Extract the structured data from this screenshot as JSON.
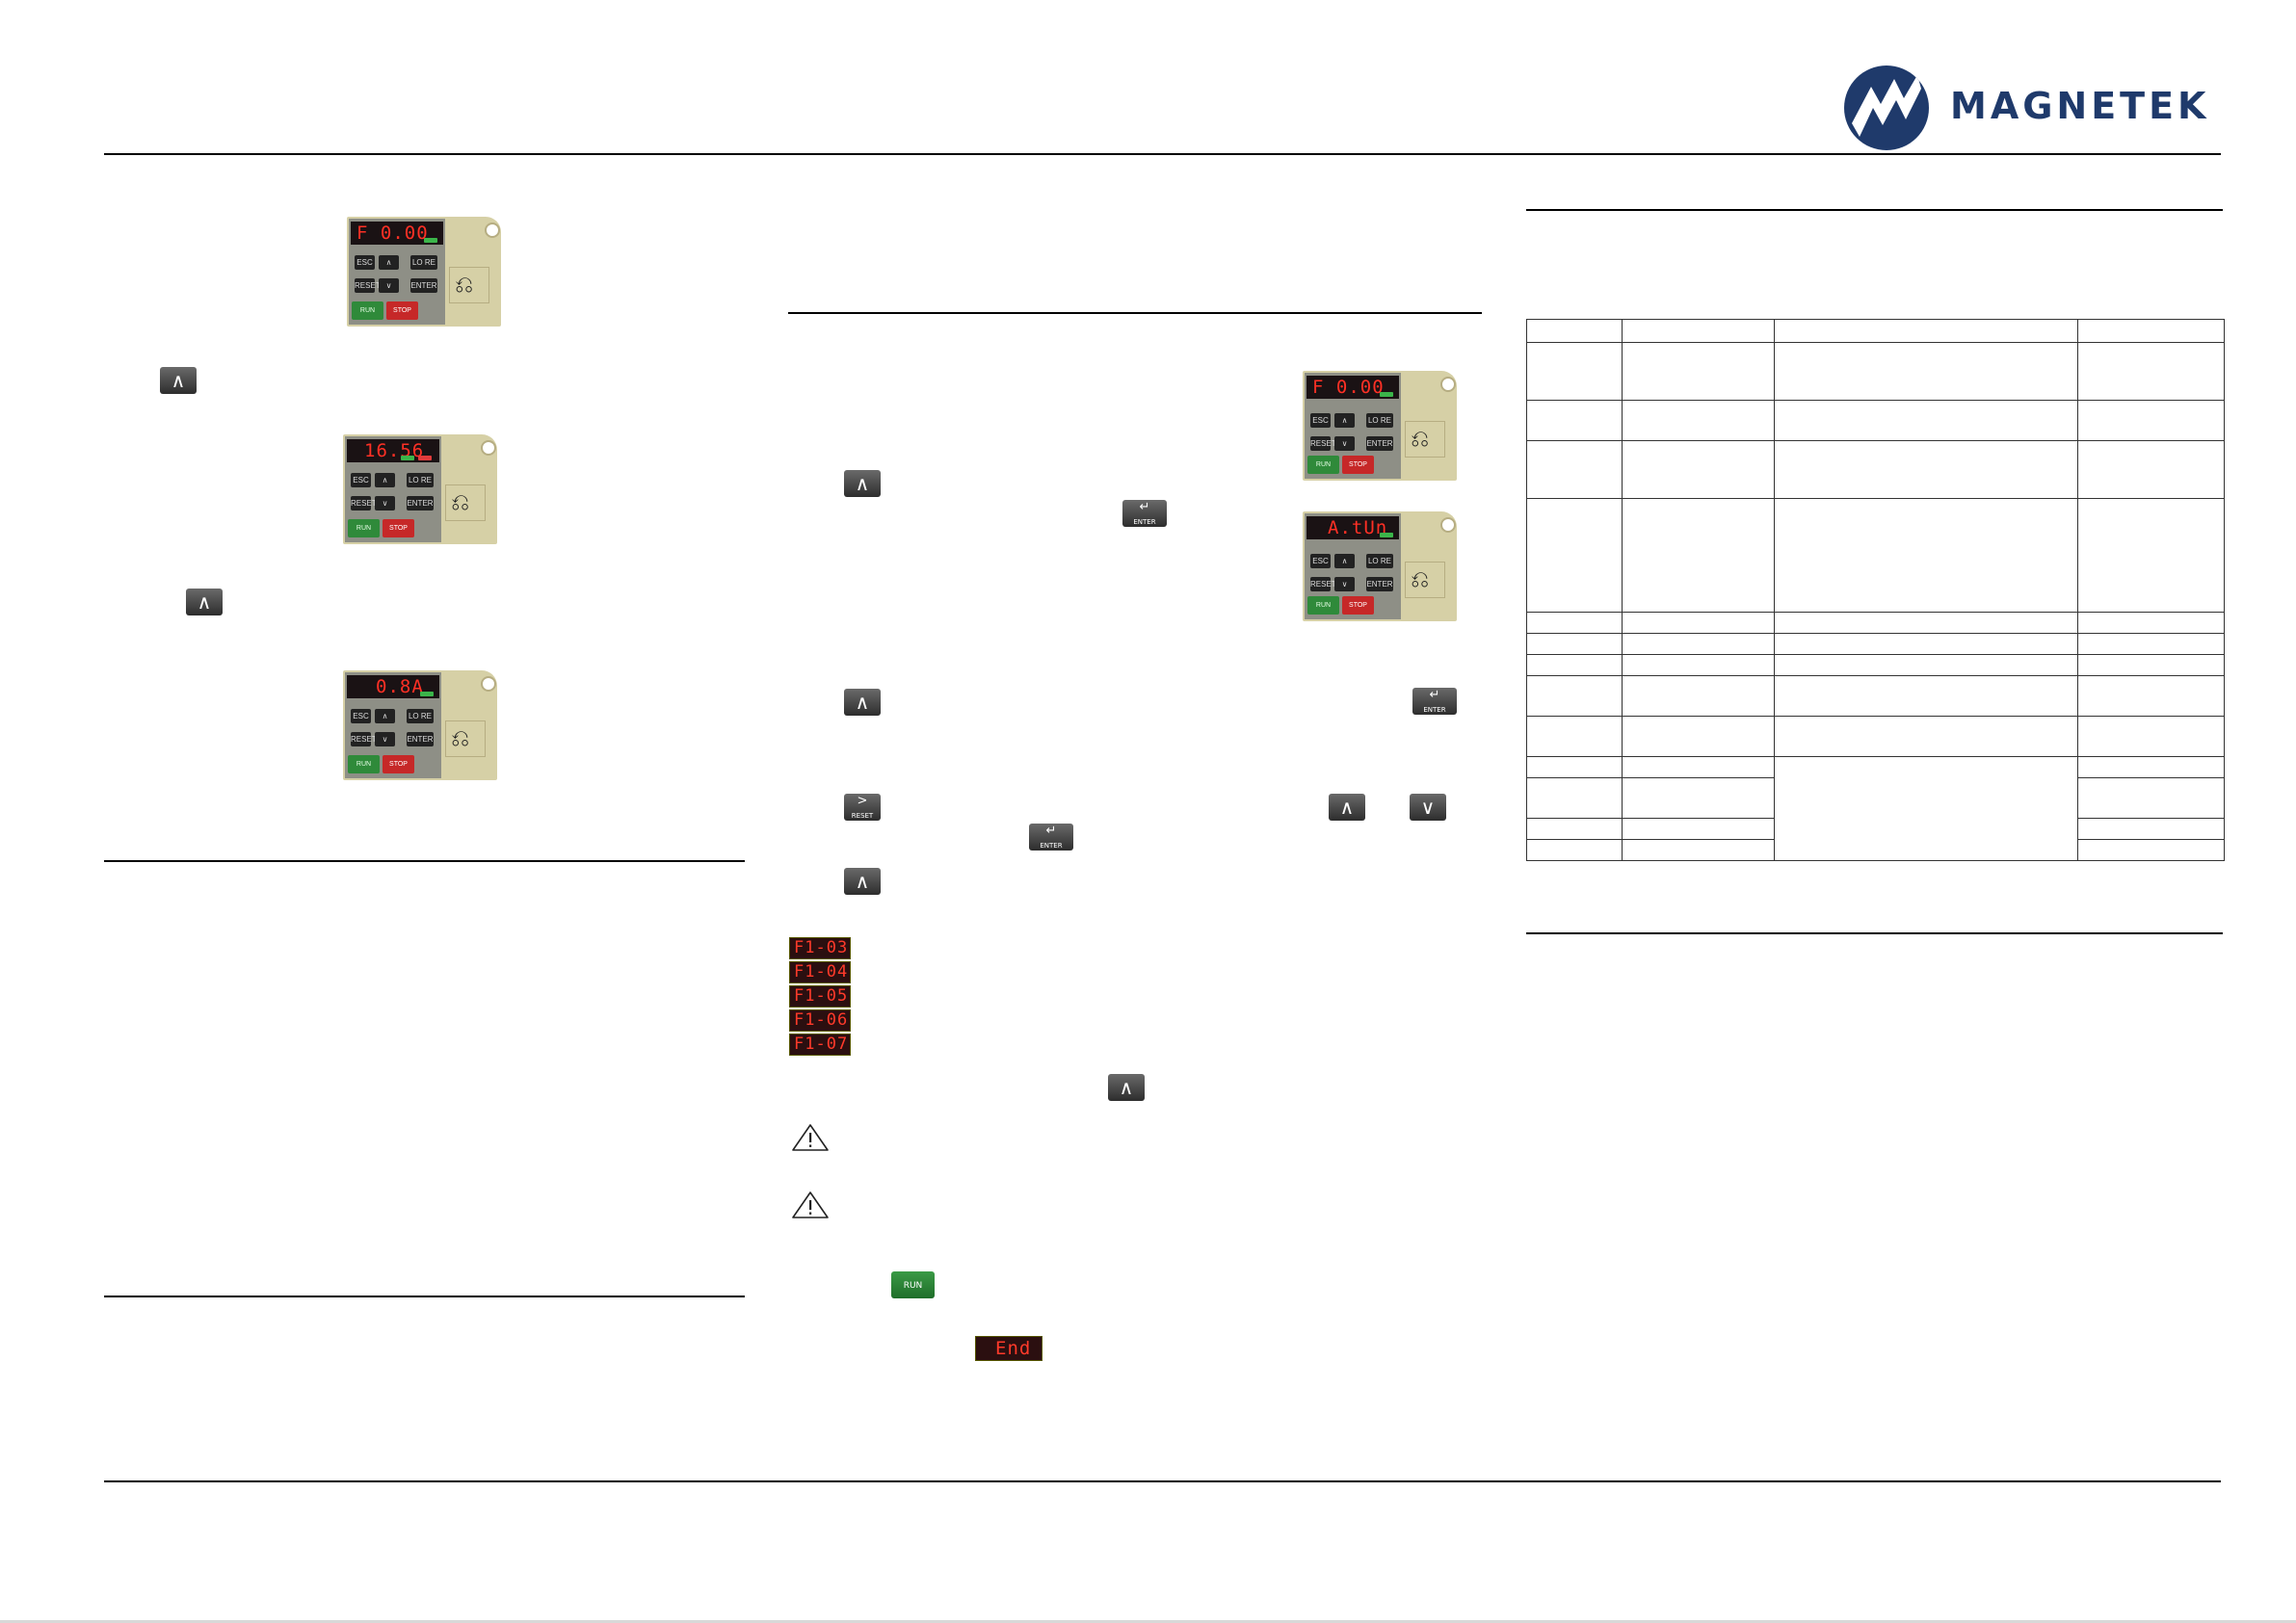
{
  "logo": {
    "brand": "MAGNETEK",
    "icon": "magnetek-logo-icon",
    "colors": {
      "brand": "#1f3a6b"
    }
  },
  "keypads": [
    {
      "display": "F 0.00",
      "leds": [
        "green"
      ]
    },
    {
      "display": "16.56",
      "leds": [
        "green",
        "red"
      ]
    },
    {
      "display": "0.8A",
      "leds": [
        "green"
      ]
    },
    {
      "display": "F 0.00",
      "leds": [
        "green"
      ]
    },
    {
      "display": "A.tUn",
      "leds": [
        "green"
      ]
    }
  ],
  "keypad_labels": {
    "esc": "ESC",
    "up": "∧",
    "down": "∨",
    "lr": "LO RE",
    "reset": "RESET",
    "enter": "ENTER",
    "run": "RUN",
    "stop": "STOP"
  },
  "key_icons": {
    "up": "∧",
    "down": "∨",
    "right": ">",
    "enter": "↵",
    "enter_label": "ENTER",
    "reset_label": "RESET",
    "run_label": "RUN"
  },
  "param_chips": [
    "F1-03",
    "F1-04",
    "F1-05",
    "F1-06",
    "F1-07"
  ],
  "end_chip": "End",
  "colors": {
    "segment_red": "#ff3025",
    "run_green": "#2f8a3a",
    "stop_red": "#c62828",
    "keypad_body": "#d6d0a6"
  }
}
